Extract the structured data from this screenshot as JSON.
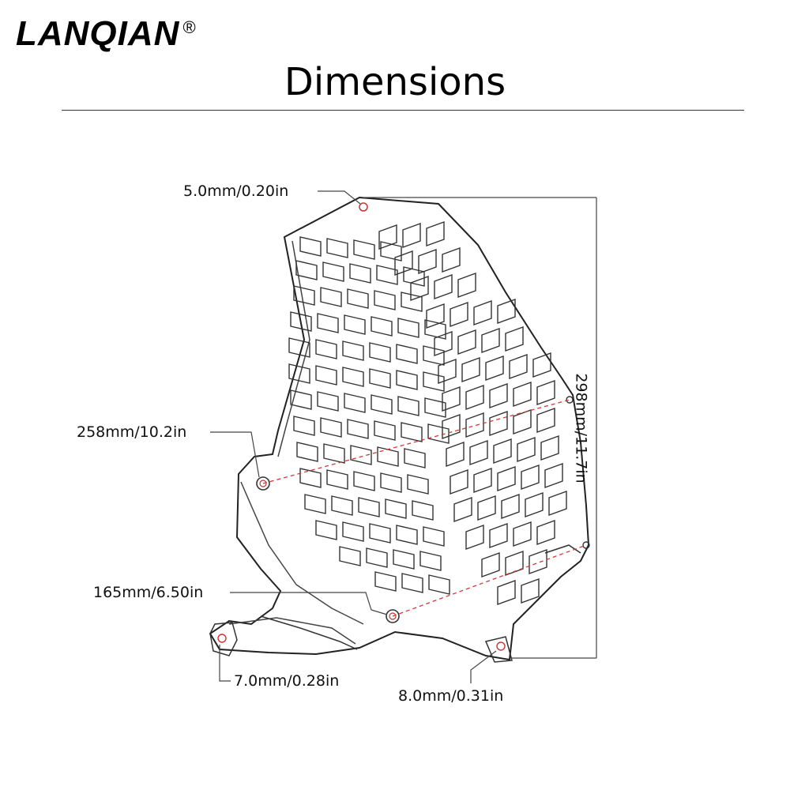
{
  "header": {
    "brand": "LANQIAN",
    "registered_mark": "®",
    "title": "Dimensions"
  },
  "dimensions": {
    "hole_top": "5.0mm/0.20in",
    "width_diagonal": "258mm/10.2in",
    "height": "298mm/11.7in",
    "lower_spacing": "165mm/6.50in",
    "hole_left_bracket": "7.0mm/0.28in",
    "hole_right_bracket": "8.0mm/0.31in"
  },
  "colors": {
    "line": "#222222",
    "dashed_measure": "#d23a3a",
    "hole_ring": "#d23a3a"
  }
}
